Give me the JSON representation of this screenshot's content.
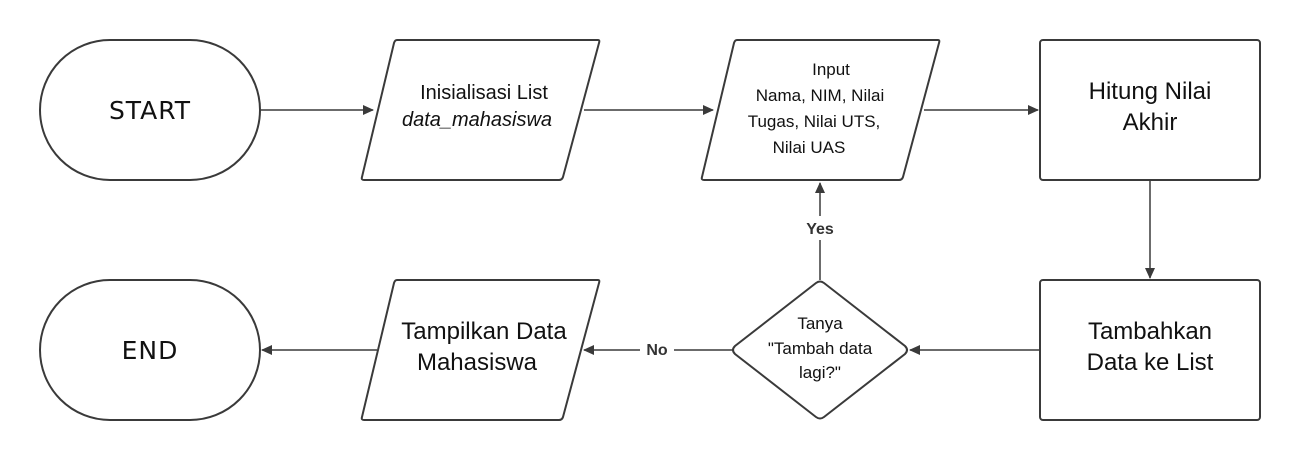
{
  "nodes": {
    "start": {
      "label": "START"
    },
    "init": {
      "line1": "Inisialisasi List",
      "line2": "data_mahasiswa"
    },
    "input": {
      "line1": "Input",
      "line2": "Nama, NIM, Nilai",
      "line3": "Tugas, Nilai UTS,",
      "line4": "Nilai UAS"
    },
    "hitung": {
      "line1": "Hitung Nilai",
      "line2": "Akhir"
    },
    "tambahkan": {
      "line1": "Tambahkan",
      "line2": "Data ke List"
    },
    "tanya": {
      "line1": "Tanya",
      "line2": "\"Tambah data",
      "line3": "lagi?\""
    },
    "tampilkan": {
      "line1": "Tampilkan Data",
      "line2": "Mahasiswa"
    },
    "end": {
      "label": "END"
    }
  },
  "edges": {
    "yes_label": "Yes",
    "no_label": "No"
  }
}
